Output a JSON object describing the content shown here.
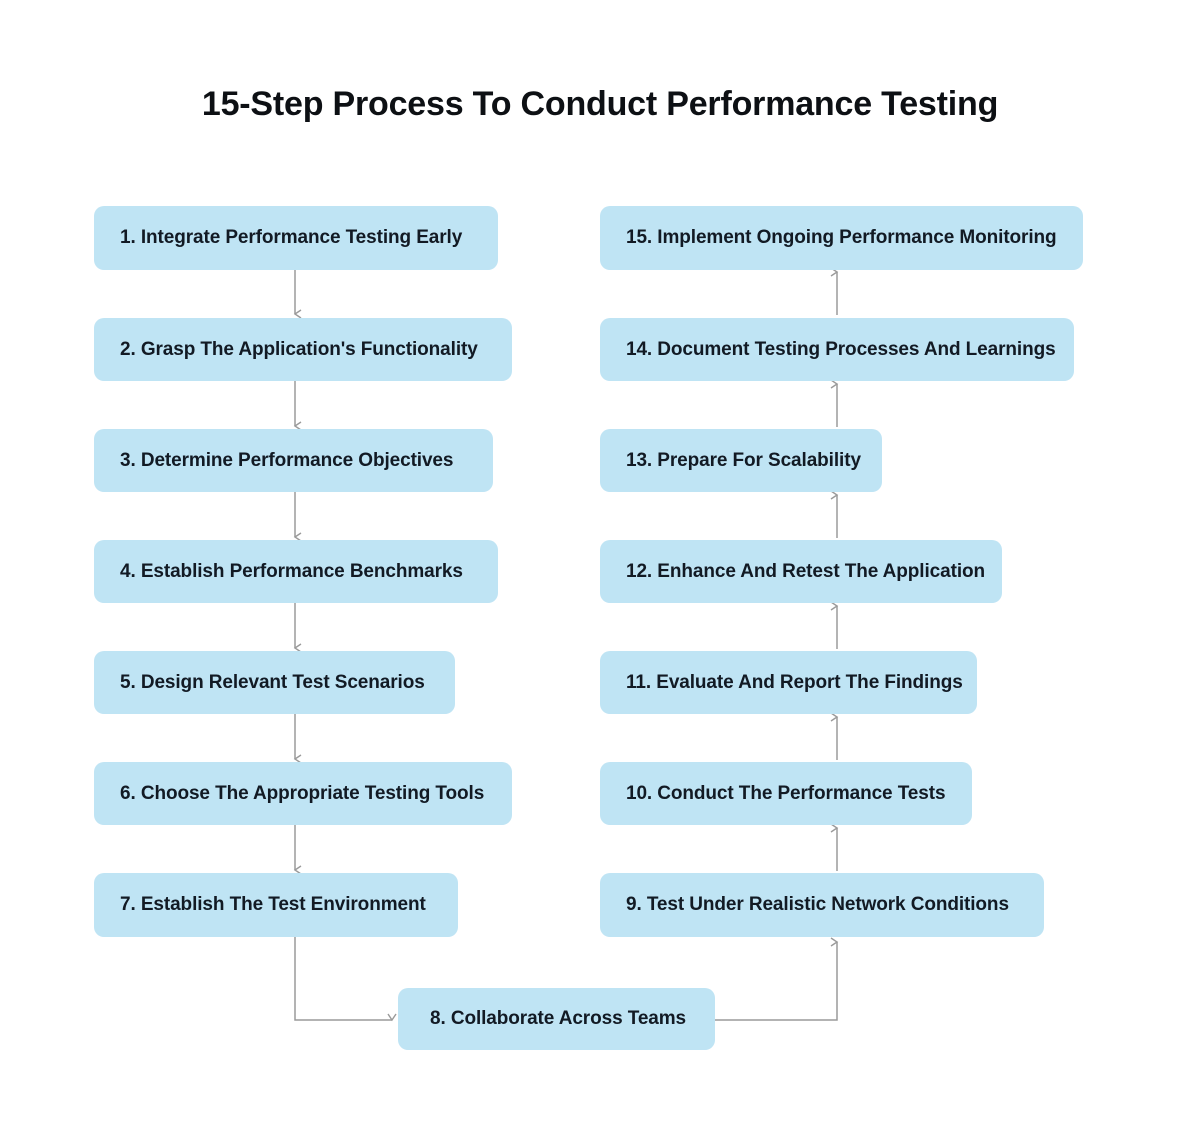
{
  "page": {
    "title": "15-Step Process To Conduct Performance Testing",
    "background_color": "#ffffff",
    "box_color": "#bfe4f4",
    "text_color": "#121a24",
    "connector_color": "#9a9a9a"
  },
  "diagram": {
    "type": "flowchart",
    "orientation": "two-column-serpentine",
    "left_column": [
      {
        "number": "1.",
        "label": "1. Integrate Performance Testing Early",
        "text": "Integrate Performance Testing Early"
      },
      {
        "number": "2.",
        "label": "2. Grasp The Application's Functionality",
        "text": "Grasp The Application's Functionality"
      },
      {
        "number": "3.",
        "label": "3.  Determine Performance Objectives",
        "text": "Determine Performance Objectives"
      },
      {
        "number": "4.",
        "label": "4.  Establish Performance Benchmarks",
        "text": "Establish Performance Benchmarks"
      },
      {
        "number": "5.",
        "label": "5. Design Relevant Test Scenarios",
        "text": "Design Relevant Test Scenarios"
      },
      {
        "number": "6.",
        "label": "6. Choose The Appropriate Testing Tools",
        "text": "Choose The Appropriate Testing Tools"
      },
      {
        "number": "7.",
        "label": "7. Establish The Test Environment",
        "text": "Establish The Test Environment"
      }
    ],
    "center": {
      "number": "8.",
      "label": "8. Collaborate Across Teams",
      "text": "Collaborate Across Teams"
    },
    "right_column": [
      {
        "number": "15.",
        "label": "15.  Implement Ongoing Performance Monitoring",
        "text": "Implement Ongoing Performance Monitoring"
      },
      {
        "number": "14.",
        "label": "14.  Document Testing Processes And Learnings",
        "text": "Document Testing Processes And Learnings"
      },
      {
        "number": "13.",
        "label": "13. Prepare For Scalability",
        "text": "Prepare For Scalability"
      },
      {
        "number": "12.",
        "label": "12. Enhance And Retest The Application",
        "text": "Enhance And Retest The Application"
      },
      {
        "number": "11.",
        "label": "11. Evaluate And Report The Findings",
        "text": "Evaluate And Report The Findings"
      },
      {
        "number": "10.",
        "label": "10. Conduct The Performance Tests",
        "text": "Conduct The Performance Tests"
      },
      {
        "number": "9.",
        "label": "9. Test Under Realistic Network Conditions",
        "text": "Test Under Realistic Network Conditions"
      }
    ],
    "flow_order": [
      "1",
      "2",
      "3",
      "4",
      "5",
      "6",
      "7",
      "8",
      "9",
      "10",
      "11",
      "12",
      "13",
      "14",
      "15"
    ],
    "arrow_directions": {
      "left_column": "downward",
      "right_column": "upward",
      "seven_to_eight": "down-then-right",
      "eight_to_nine": "right-then-up"
    }
  }
}
